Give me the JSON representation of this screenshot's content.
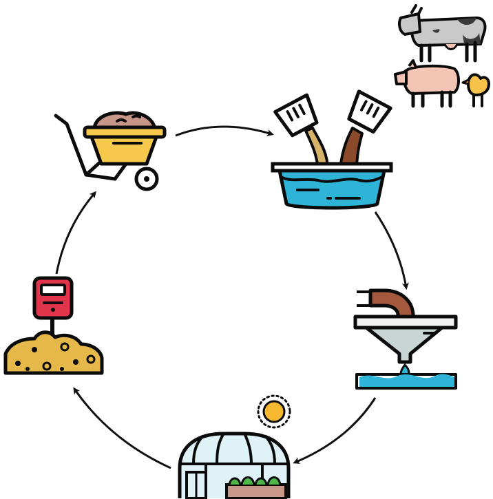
{
  "diagram": {
    "type": "cycle",
    "direction": "clockwise",
    "nodes": [
      {
        "id": "wheelbarrow",
        "icon": "wheelbarrow-with-compost-icon"
      },
      {
        "id": "manure-mixing",
        "icon": "buckets-pouring-into-tank-icon"
      },
      {
        "id": "livestock",
        "icon": "livestock-cow-pig-chick-icon"
      },
      {
        "id": "pipe-filter",
        "icon": "pipe-filter-water-outflow-icon"
      },
      {
        "id": "greenhouse",
        "icon": "greenhouse-with-sun-icon"
      },
      {
        "id": "soil-meter",
        "icon": "soil-meter-in-compost-pile-icon"
      }
    ],
    "edges": [
      {
        "from": "wheelbarrow",
        "to": "manure-mixing"
      },
      {
        "from": "manure-mixing",
        "to": "pipe-filter"
      },
      {
        "from": "pipe-filter",
        "to": "greenhouse"
      },
      {
        "from": "greenhouse",
        "to": "soil-meter"
      },
      {
        "from": "soil-meter",
        "to": "wheelbarrow"
      }
    ]
  },
  "colors": {
    "outline": "#0b0b0b",
    "arrow": "#111111",
    "tray_yellow": "#f6c84c",
    "compost_pink": "#c8978a",
    "water_blue": "#2fb4d8",
    "slurry_brown": "#8b4a2a",
    "slurry_tan": "#d8b46a",
    "pig_pink": "#f4c4b4",
    "cow_gray": "#c9c9c9",
    "chick_yellow": "#f6c24a",
    "sun_yellow": "#f5b82e",
    "meter_red": "#e0354a",
    "soil_gold": "#e6b84a",
    "glass_blue": "#dff2f8",
    "plant_green": "#4fb64a",
    "funnel_gray": "#c9d5d3",
    "pipe_brown": "#a4593d"
  }
}
